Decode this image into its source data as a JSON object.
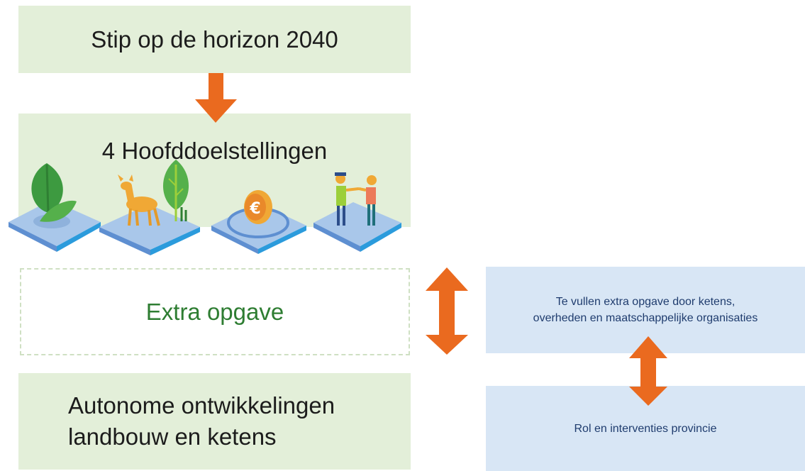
{
  "colors": {
    "green_box": "#e3efd9",
    "blue_box": "#d8e6f5",
    "arrow": "#ea6a1f",
    "extra_text": "#2e7d32",
    "right_text": "#1f3c6e"
  },
  "left_column": {
    "stip": "Stip op de horizon 2040",
    "hoofd": {
      "title": "4 Hoofddoelstellingen",
      "icons": [
        "leaf-icon",
        "deer-tree-icon",
        "euro-coin-icon",
        "people-handshake-icon"
      ]
    },
    "extra": "Extra opgave",
    "autonoom": {
      "line1": "Autonome ontwikkelingen",
      "line2": "landbouw en ketens"
    }
  },
  "right_column": {
    "top": {
      "line1": "Te vullen extra opgave door ketens,",
      "line2": "overheden en maatschappelijke organisaties"
    },
    "bottom": "Rol en interventies provincie"
  }
}
